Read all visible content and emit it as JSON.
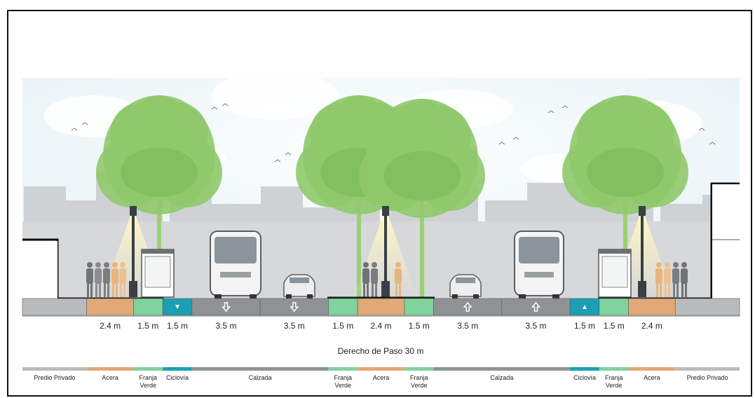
{
  "segments": [
    {
      "key": "predio-izq",
      "width": 3.3,
      "label": "Predio Privado",
      "dim": "",
      "color": "#b9bcbf",
      "kind": "private"
    },
    {
      "key": "acera-izq",
      "width": 2.4,
      "label": "Acera",
      "dim": "2.4 m",
      "color": "#e2a877",
      "kind": "sidewalk"
    },
    {
      "key": "franja-1",
      "width": 1.5,
      "label": "Franja\nVerde",
      "dim": "1.5 m",
      "color": "#7fd39b",
      "kind": "green"
    },
    {
      "key": "ciclovia-izq",
      "width": 1.5,
      "label": "Ciclovía",
      "dim": "1.5 m",
      "color": "#1c9fb2",
      "kind": "bike",
      "arrow": "down"
    },
    {
      "key": "carril-1",
      "width": 3.5,
      "label": "",
      "dim": "3.5 m",
      "color": "#8f9396",
      "kind": "lane",
      "arrow": "down"
    },
    {
      "key": "carril-2",
      "width": 3.5,
      "label": "",
      "dim": "3.5 m",
      "color": "#8f9396",
      "kind": "lane",
      "arrow": "down"
    },
    {
      "key": "franja-2",
      "width": 1.5,
      "label": "Franja\nVerde",
      "dim": "1.5 m",
      "color": "#7fd39b",
      "kind": "green"
    },
    {
      "key": "acera-centro",
      "width": 2.4,
      "label": "Acera",
      "dim": "2.4 m",
      "color": "#e2a877",
      "kind": "sidewalk"
    },
    {
      "key": "franja-3",
      "width": 1.5,
      "label": "Franja\nVerde",
      "dim": "1.5 m",
      "color": "#7fd39b",
      "kind": "green"
    },
    {
      "key": "carril-3",
      "width": 3.5,
      "label": "",
      "dim": "3.5 m",
      "color": "#8f9396",
      "kind": "lane",
      "arrow": "up"
    },
    {
      "key": "carril-4",
      "width": 3.5,
      "label": "",
      "dim": "3.5 m",
      "color": "#8f9396",
      "kind": "lane",
      "arrow": "up"
    },
    {
      "key": "ciclovia-der",
      "width": 1.5,
      "label": "Ciclovía",
      "dim": "1.5 m",
      "color": "#1c9fb2",
      "kind": "bike",
      "arrow": "up"
    },
    {
      "key": "franja-4",
      "width": 1.5,
      "label": "Franja\nVerde",
      "dim": "1.5 m",
      "color": "#7fd39b",
      "kind": "green"
    },
    {
      "key": "acera-der",
      "width": 2.4,
      "label": "Acera",
      "dim": "2.4 m",
      "color": "#e2a877",
      "kind": "sidewalk"
    },
    {
      "key": "predio-der",
      "width": 3.3,
      "label": "Predio Privado",
      "dim": "",
      "color": "#b9bcbf",
      "kind": "private"
    }
  ],
  "calzada_label": "Calzada",
  "total_label": "Derecho de Paso 30 m",
  "colors": {
    "foliage": "#8fc96a",
    "foliage_dark": "#74b556",
    "city": "#cfd2d4",
    "sky": "#e6f2f6",
    "curb_line": "#111111",
    "ground": "#b9bcbf"
  }
}
